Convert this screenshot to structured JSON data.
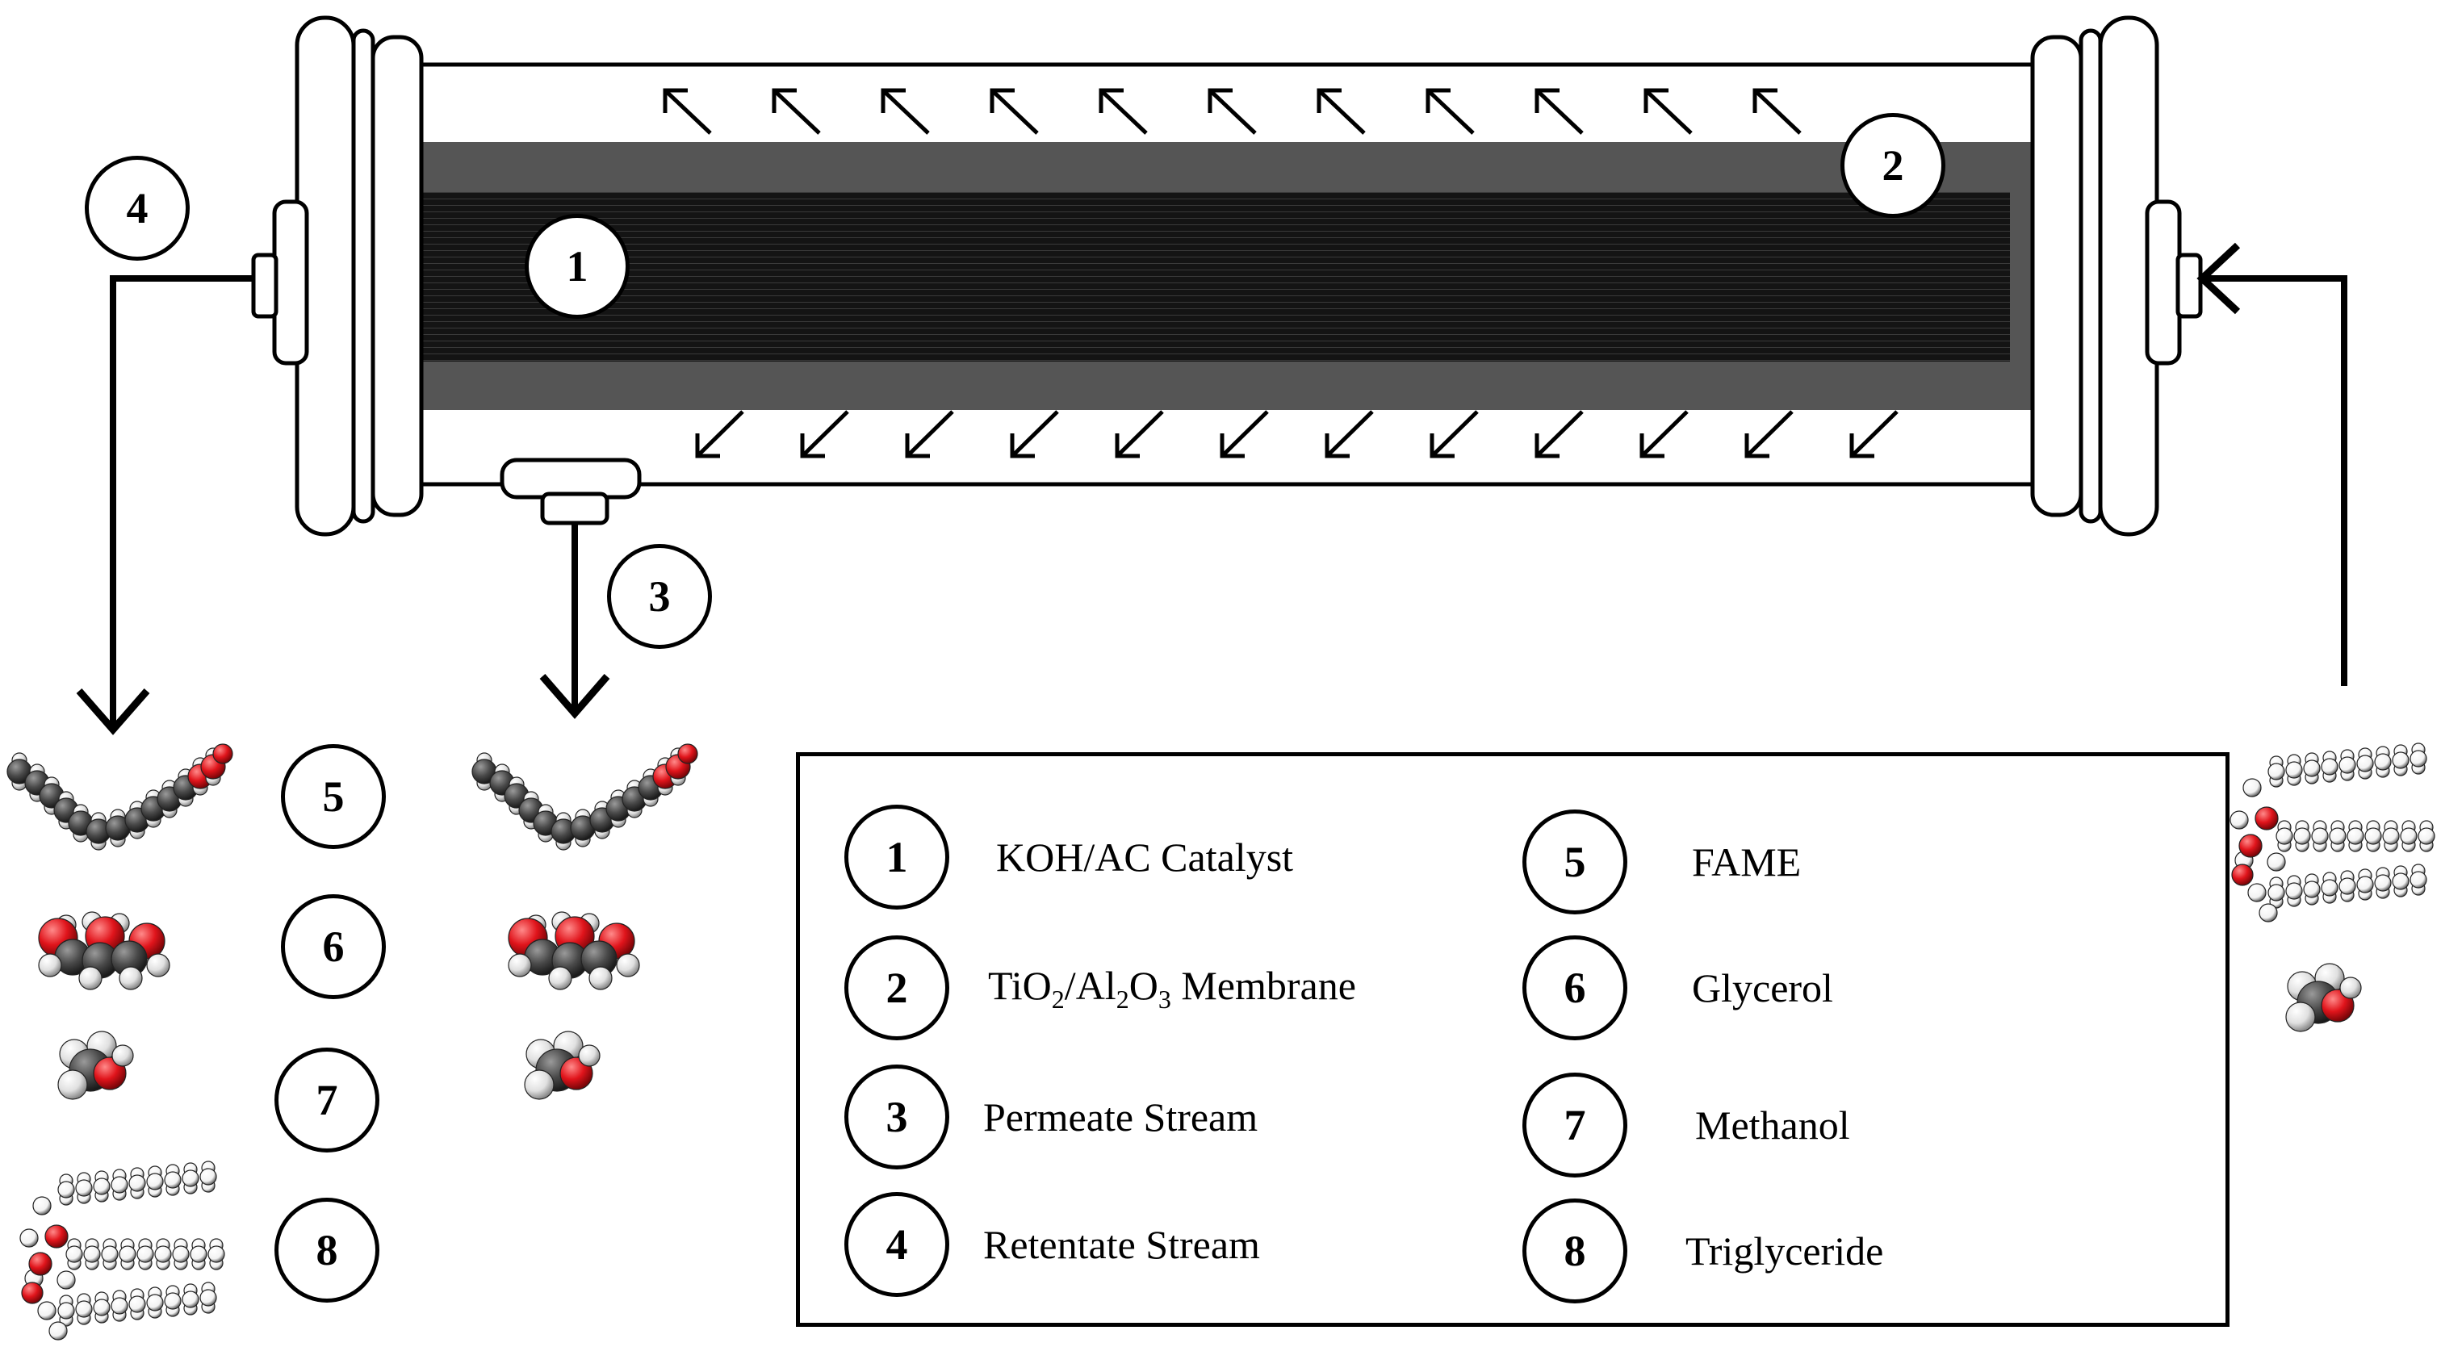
{
  "diagram": {
    "callouts": [
      "1",
      "2",
      "3",
      "4",
      "5",
      "6",
      "7",
      "8"
    ],
    "legend": [
      {
        "number": "1",
        "label": "KOH/AC Catalyst"
      },
      {
        "number": "2",
        "label_parts": [
          "TiO",
          "2",
          "/Al",
          "2",
          "O",
          "3",
          " Membrane"
        ]
      },
      {
        "number": "3",
        "label": "Permeate Stream"
      },
      {
        "number": "4",
        "label": "Retentate Stream"
      },
      {
        "number": "5",
        "label": "FAME"
      },
      {
        "number": "6",
        "label": "Glycerol"
      },
      {
        "number": "7",
        "label": "Methanol"
      },
      {
        "number": "8",
        "label": "Triglyceride"
      }
    ],
    "colors": {
      "line": "#000000",
      "membrane": "#555555",
      "catalyst_bed": "#151515",
      "oxygen_atom": "#e0141b",
      "carbon_atom": "#4a4a4a",
      "hydrogen_atom": "#e8e8e8"
    },
    "icons": [
      "flange-left",
      "flange-right",
      "permeate-port",
      "flow-arrow",
      "fame-molecule",
      "glycerol-molecule",
      "methanol-molecule",
      "triglyceride-molecule"
    ]
  }
}
